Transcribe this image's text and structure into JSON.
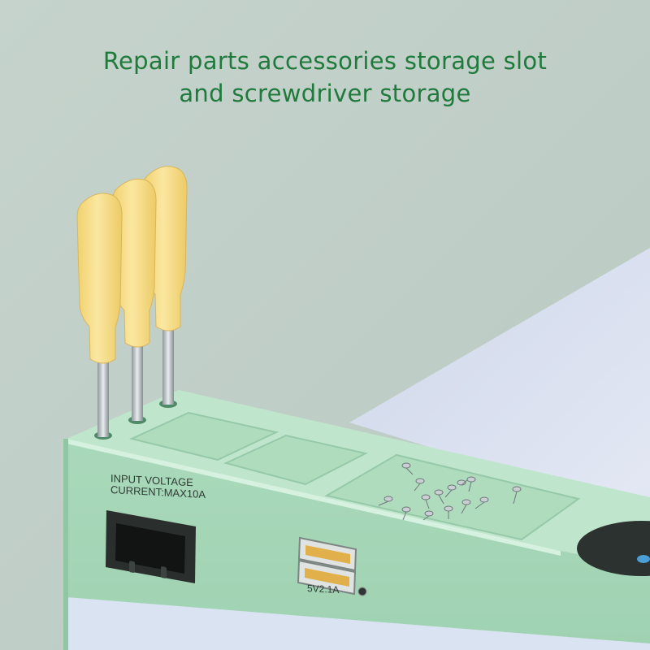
{
  "headline": {
    "line1": "Repair parts accessories storage slot",
    "line2": "and screwdriver storage"
  },
  "device_labels": {
    "input_voltage": "INPUT VOLTAGE",
    "current": "CURRENT:MAX10A",
    "usb_rating": "5V2.1A"
  },
  "colors": {
    "background": "#c9d6cf",
    "headline": "#1f7a3c",
    "device_body": "#a8d8b9",
    "screwdriver_handle": "#f6de86"
  }
}
